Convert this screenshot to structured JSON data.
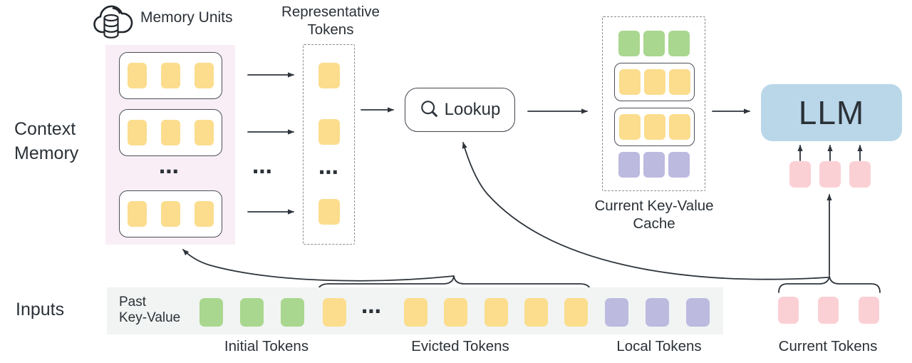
{
  "figure": {
    "memory_units_label": "Memory Units",
    "representative_label": {
      "line1": "Representative",
      "line2": "Tokens"
    },
    "context_memory_label": {
      "line1": "Context",
      "line2": "Memory"
    },
    "lookup_label": "Lookup",
    "cache_label": {
      "line1": "Current Key-Value",
      "line2": "Cache"
    },
    "llm_label": "LLM",
    "inputs_label": "Inputs",
    "past_kv_label": {
      "line1": "Past",
      "line2": "Key-Value"
    },
    "token_groups": {
      "initial": "Initial Tokens",
      "evicted": "Evicted Tokens",
      "local": "Local Tokens",
      "current": "Current Tokens"
    },
    "ellipsis": "⋯",
    "colors": {
      "memory_token_yellow": "#FBDD8D",
      "initial_token_green": "#A9D78F",
      "local_token_purple": "#BCBADF",
      "current_token_pink": "#FBD0D5",
      "memory_panel_bg": "#F9EEF6",
      "input_strip_bg": "#F1F4F3",
      "llm_bg": "#B9D7E9",
      "line": "#2E343B"
    },
    "structure": {
      "memory_unit_rows": 3,
      "tokens_per_memory_unit": 3,
      "representative_tokens_shown": 3,
      "cache_rows": [
        "initial-tokens",
        "memory-unit",
        "memory-unit",
        "local-tokens"
      ],
      "strip_token_counts": {
        "initial": 3,
        "evicted": 6,
        "local": 3,
        "current": 3
      }
    }
  }
}
